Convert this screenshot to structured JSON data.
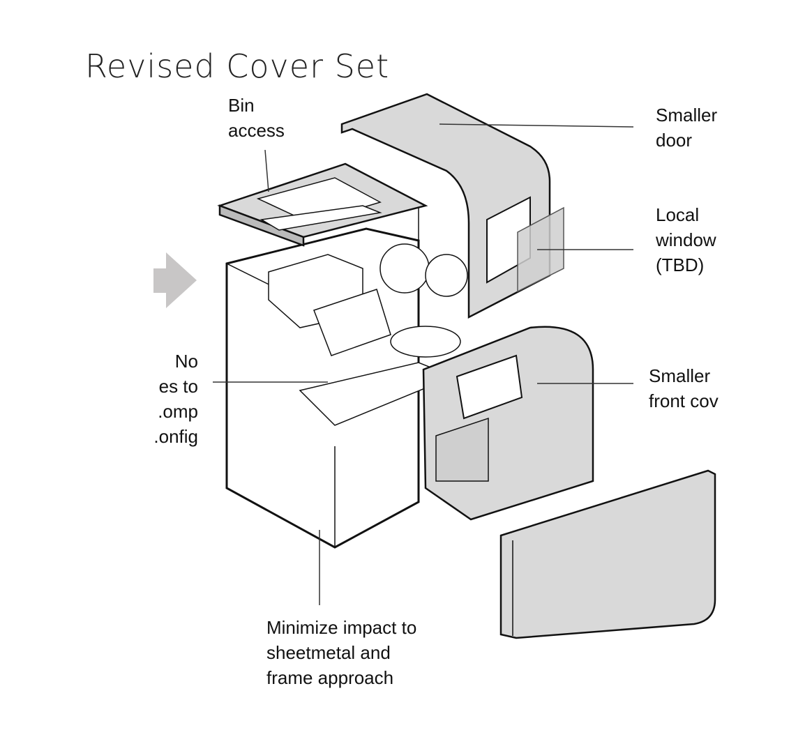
{
  "title": "Revised Cover Set",
  "labels": {
    "bin_access": [
      "Bin",
      "access"
    ],
    "smaller_door": [
      "Smaller",
      "door"
    ],
    "local_window": [
      "Local",
      "window",
      "(TBD)"
    ],
    "no_changes": [
      "No",
      "es to",
      "omp.",
      "onfig."
    ],
    "smaller_front_cover": [
      "Smaller",
      "front cov"
    ],
    "minimize_impact": [
      "Minimize impact to",
      "sheetmetal and",
      "frame approach"
    ]
  },
  "colors": {
    "cover_fill": "#d9d9d9",
    "arrow": "#c8c6c6",
    "line": "#111111"
  }
}
